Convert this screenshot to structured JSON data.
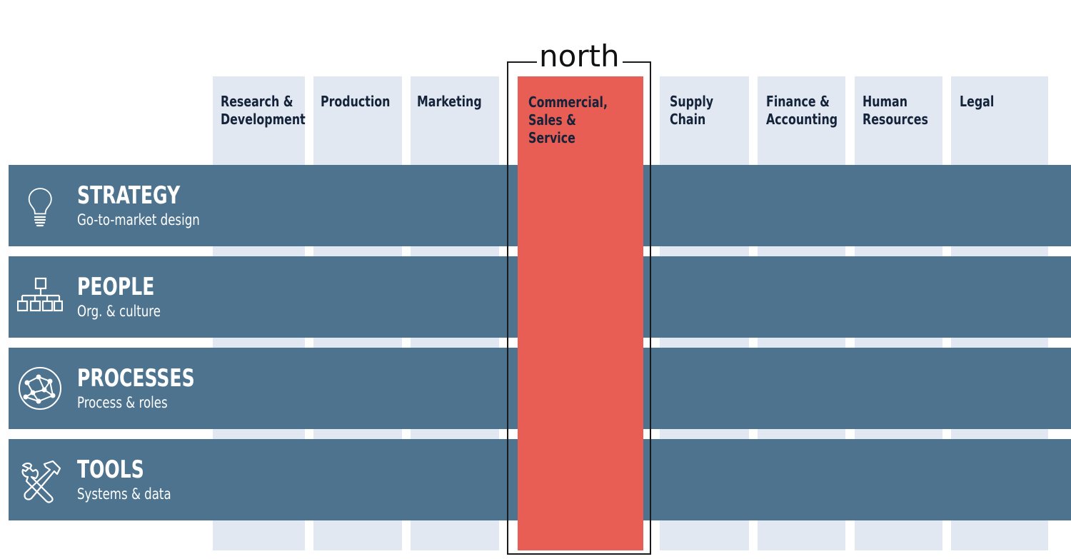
{
  "highlight": {
    "label": "north",
    "column_label": "Commercial,\nSales &\nService",
    "color": "#e85d54"
  },
  "columns": [
    {
      "label": "Research &\nDevelopment"
    },
    {
      "label": "Production"
    },
    {
      "label": "Marketing"
    },
    {
      "label": "Supply\nChain"
    },
    {
      "label": "Finance &\nAccounting"
    },
    {
      "label": "Human\nResources"
    },
    {
      "label": "Legal"
    }
  ],
  "bands": [
    {
      "title": "STRATEGY",
      "subtitle": "Go-to-market design",
      "icon": "lightbulb-icon"
    },
    {
      "title": "PEOPLE",
      "subtitle": "Org. & culture",
      "icon": "org-chart-icon"
    },
    {
      "title": "PROCESSES",
      "subtitle": "Process & roles",
      "icon": "network-globe-icon"
    },
    {
      "title": "TOOLS",
      "subtitle": "Systems & data",
      "icon": "wrench-hammer-icon"
    }
  ],
  "colors": {
    "column_background": "#e1e8f1",
    "band_background": "#4d738f",
    "label_text": "#14233a"
  }
}
